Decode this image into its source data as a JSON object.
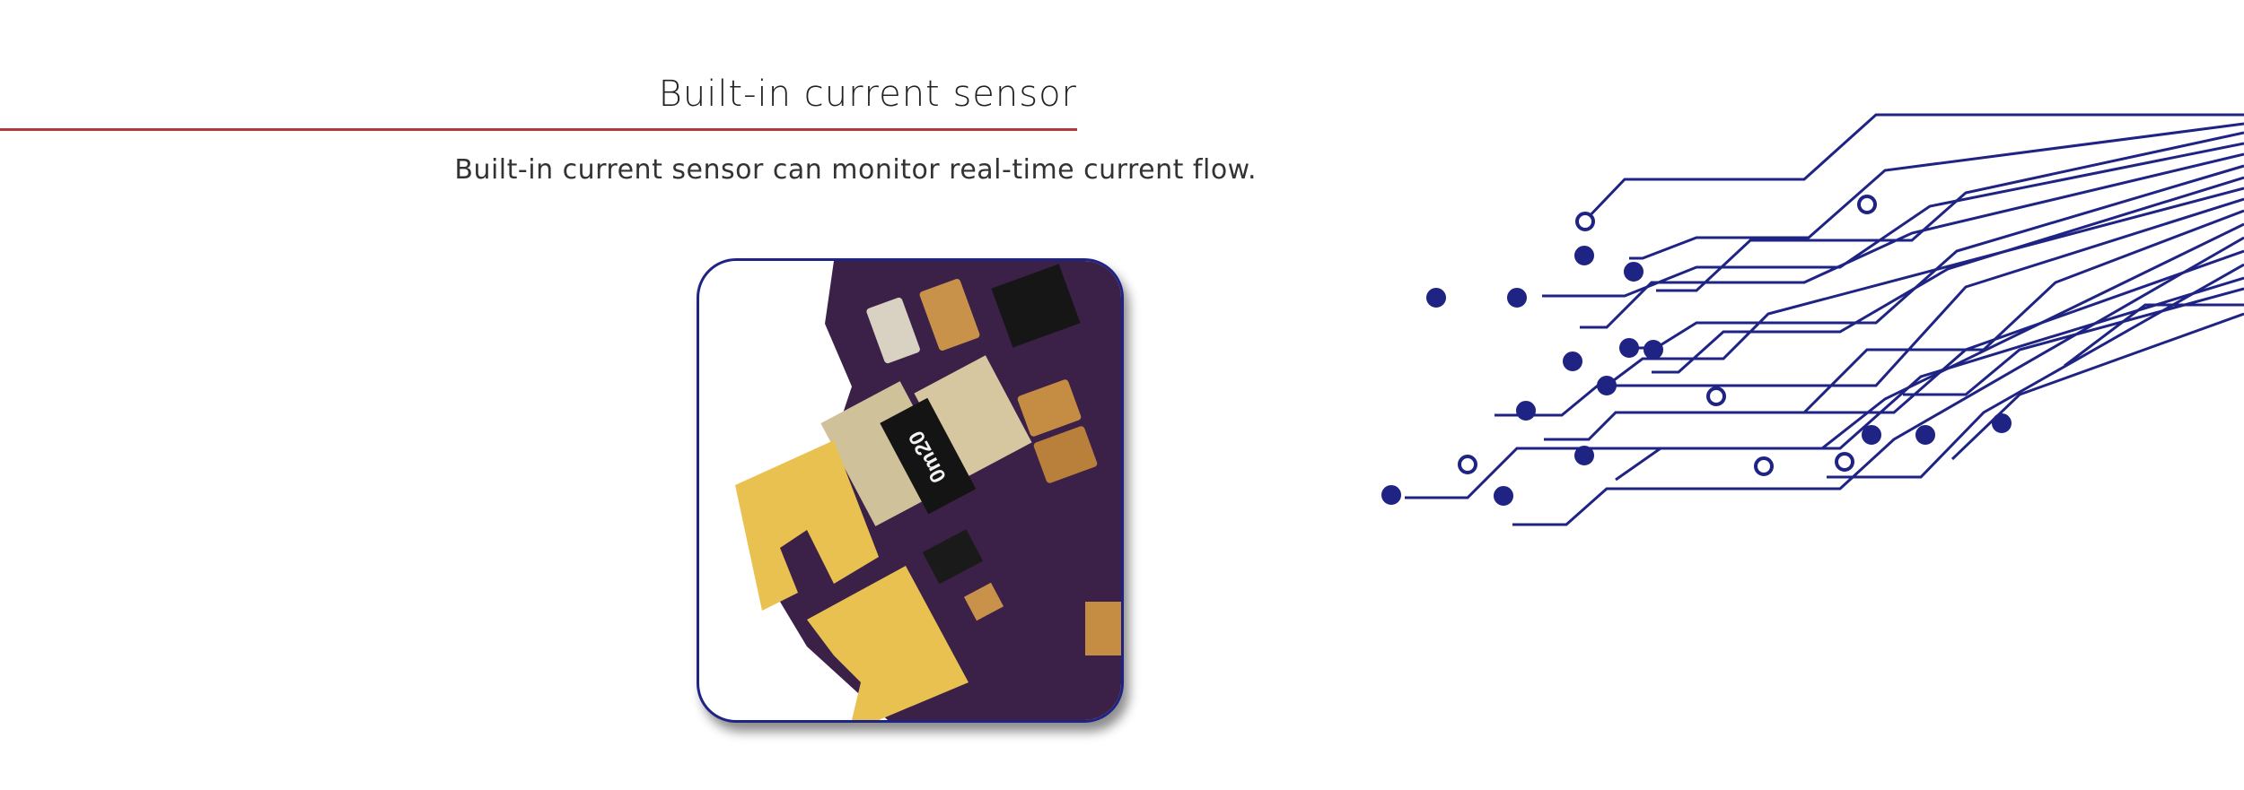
{
  "section": {
    "title": "Built-in current sensor",
    "description": "Built-in current sensor can monitor real-time current flow."
  },
  "product_photo": {
    "shunt_marking": "0m20"
  },
  "colors": {
    "accent_line": "#b23a3a",
    "circuit_blue": "#1e2384",
    "pcb_purple": "#3b2048",
    "gold_pad": "#e8c150"
  },
  "icons": [
    "circuit-traces-graphic"
  ]
}
